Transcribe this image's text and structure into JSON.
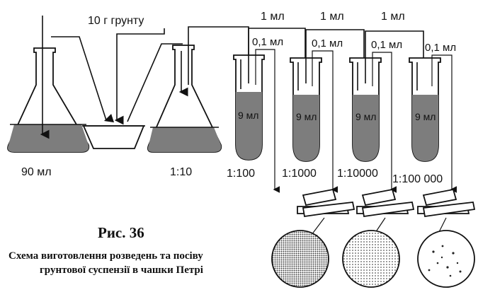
{
  "labels": {
    "soil": "10 г грунту",
    "transfer_1ml": "1 мл",
    "transfer_01ml": "0,1 мл",
    "flask_volume": "90 мл",
    "tube_volume": "9 мл"
  },
  "dilutions": [
    "1:10",
    "1:100",
    "1:1000",
    "1:10000",
    "1:100 000"
  ],
  "caption": {
    "title": "Рис. 36",
    "line1": "Схема виготовлення розведень та посіву",
    "line2": "грунтової суспензії в чашки Петрі"
  }
}
